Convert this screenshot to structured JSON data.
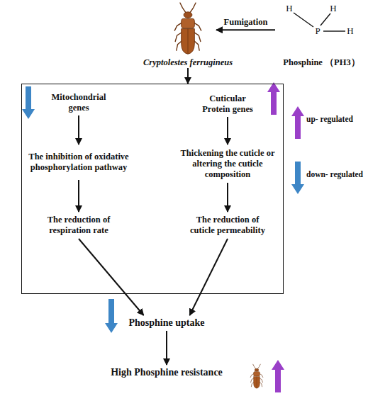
{
  "diagram": {
    "nodes": [
      {
        "text": [
          "Cryptolestes ferrugineus"
        ]
      },
      {
        "text": [
          "Phosphine （PH3）"
        ]
      },
      {
        "text": []
      },
      {
        "text": [
          "Mitochondrial genes"
        ],
        "in": 2
      },
      {
        "text": [
          "The inhibition of oxidative phosphorylation pathway"
        ],
        "in": 2
      },
      {
        "text": [
          "The reduction of respiration rate"
        ],
        "in": 2
      },
      {
        "text": [
          "Cuticular Protein genes"
        ],
        "in": 2
      },
      {
        "text": [
          "Thickening the cuticle or altering the cuticle composition"
        ],
        "in": 2
      },
      {
        "text": [
          "The reduction of cuticle permeability"
        ],
        "in": 2
      },
      {
        "text": [
          "Phosphine uptake"
        ]
      },
      {
        "text": [
          "High Phosphine resistance"
        ]
      }
    ],
    "edges": [
      {
        "from": 1,
        "to": 0,
        "label": "Fumigation",
        "arrow": "to"
      },
      {
        "from": 0,
        "to": 2,
        "arrow": "to"
      },
      {
        "from": 3,
        "to": 4,
        "arrow": "to"
      },
      {
        "from": 4,
        "to": 5,
        "arrow": "to"
      },
      {
        "from": 6,
        "to": 7,
        "arrow": "to"
      },
      {
        "from": 7,
        "to": 8,
        "arrow": "to"
      },
      {
        "from": 5,
        "to": 9,
        "arrow": "to"
      },
      {
        "from": 8,
        "to": 9,
        "arrow": "to"
      },
      {
        "from": 9,
        "to": 10,
        "arrow": "to"
      }
    ],
    "labels": [
      "H",
      "H",
      "P",
      "H"
    ],
    "legend": [
      {
        "text": "up- regulated"
      },
      {
        "text": "down- regulated"
      }
    ]
  }
}
